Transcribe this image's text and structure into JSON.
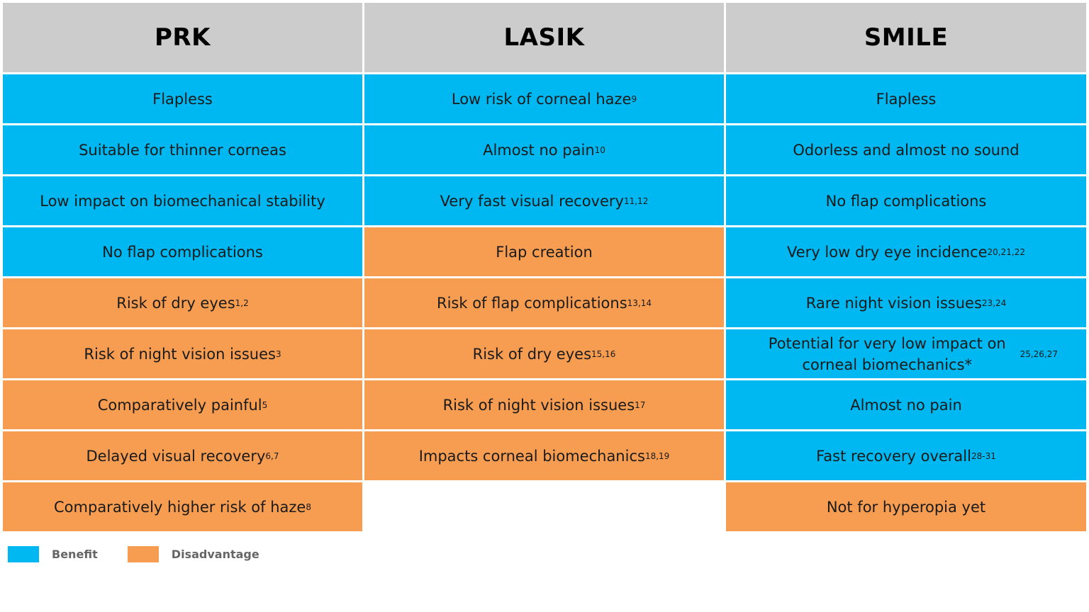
{
  "headers": [
    "PRK",
    "LASIK",
    "SMILE"
  ],
  "rows": [
    [
      {
        "text": "Flapless",
        "sup": "",
        "type": "benefit"
      },
      {
        "text": "Low risk of corneal haze",
        "sup": "9",
        "type": "benefit"
      },
      {
        "text": "Flapless",
        "sup": "",
        "type": "benefit"
      }
    ],
    [
      {
        "text": "Suitable for thinner corneas",
        "sup": "",
        "type": "benefit"
      },
      {
        "text": "Almost no pain",
        "sup": "10",
        "type": "benefit"
      },
      {
        "text": "Odorless and almost no sound",
        "sup": "",
        "type": "benefit"
      }
    ],
    [
      {
        "text": "Low impact on biomechanical stability",
        "sup": "",
        "type": "benefit"
      },
      {
        "text": "Very fast visual recovery",
        "sup": "11,12",
        "type": "benefit"
      },
      {
        "text": "No flap complications",
        "sup": "",
        "type": "benefit"
      }
    ],
    [
      {
        "text": "No flap complications",
        "sup": "",
        "type": "benefit"
      },
      {
        "text": "Flap creation",
        "sup": "",
        "type": "disadvantage"
      },
      {
        "text": "Very low dry eye incidence",
        "sup": "20,21,22",
        "type": "benefit"
      }
    ],
    [
      {
        "text": "Risk of dry eyes",
        "sup": "1,2",
        "type": "disadvantage"
      },
      {
        "text": "Risk of flap complications",
        "sup": "13,14",
        "type": "disadvantage"
      },
      {
        "text": "Rare night vision issues",
        "sup": "23,24",
        "type": "benefit"
      }
    ],
    [
      {
        "text": "Risk of night vision issues",
        "sup": "3",
        "type": "disadvantage"
      },
      {
        "text": "Risk of dry eyes",
        "sup": "15,16",
        "type": "disadvantage"
      },
      {
        "text": "Potential for very low impact on corneal biomechanics*",
        "sup": "25,26,27",
        "type": "benefit"
      }
    ],
    [
      {
        "text": "Comparatively painful",
        "sup": "5",
        "type": "disadvantage"
      },
      {
        "text": "Risk of night vision issues",
        "sup": "17",
        "type": "disadvantage"
      },
      {
        "text": "Almost no pain",
        "sup": "",
        "type": "benefit"
      }
    ],
    [
      {
        "text": "Delayed visual recovery",
        "sup": "6,7",
        "type": "disadvantage"
      },
      {
        "text": "Impacts corneal biomechanics",
        "sup": "18,19",
        "type": "disadvantage"
      },
      {
        "text": "Fast recovery overall",
        "sup": "28-31",
        "type": "benefit"
      }
    ],
    [
      {
        "text": "Comparatively higher risk of haze",
        "sup": "8",
        "type": "disadvantage"
      },
      {
        "text": "",
        "sup": "",
        "type": "empty"
      },
      {
        "text": "Not for hyperopia yet",
        "sup": "",
        "type": "disadvantage"
      }
    ]
  ],
  "legend": {
    "benefit_label": "Benefit",
    "disadvantage_label": "Disadvantage"
  },
  "colors": {
    "header": "#cccccc",
    "benefit": "#00b8f1",
    "disadvantage": "#f79d52"
  }
}
